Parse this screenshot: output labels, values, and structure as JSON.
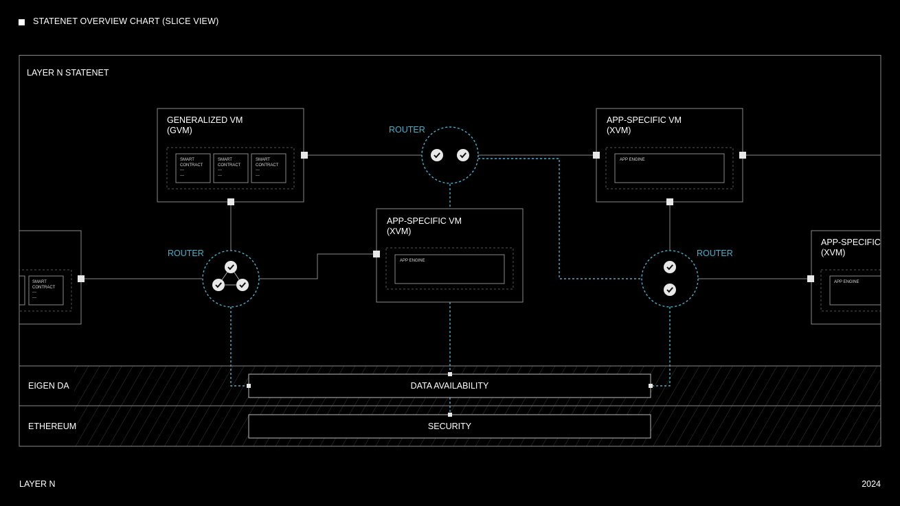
{
  "header": {
    "title": "STATENET OVERVIEW CHART (SLICE VIEW)"
  },
  "frame": {
    "title": "LAYER N STATENET"
  },
  "vms": {
    "gvm": {
      "title_line1": "GENERALIZED VM",
      "title_line2": "(GVM)"
    },
    "xvm_top": {
      "title_line1": "APP-SPECIFIC VM",
      "title_line2": "(XVM)",
      "engine": "APP ENGINE"
    },
    "xvm_center": {
      "title_line1": "APP-SPECIFIC VM",
      "title_line2": "(XVM)",
      "engine": "APP ENGINE"
    },
    "xvm_right": {
      "title_line1": "APP-SPECIFIC",
      "title_line2": "(XVM)",
      "engine": "APP ENGINE"
    }
  },
  "smart_contract": {
    "line1": "SMART",
    "line2": "CONTRACT",
    "line3": "---",
    "line4": "---"
  },
  "routers": {
    "label": "ROUTER"
  },
  "bands": {
    "eigen": {
      "label": "EIGEN DA",
      "box": "DATA AVAILABILITY"
    },
    "ethereum": {
      "label": "ETHEREUM",
      "box": "SECURITY"
    }
  },
  "footer": {
    "left": "LAYER N",
    "right": "2024"
  },
  "colors": {
    "background": "#000000",
    "line": "#8a8a8a",
    "accent": "#3fb4cf",
    "text": "#ffffff"
  }
}
